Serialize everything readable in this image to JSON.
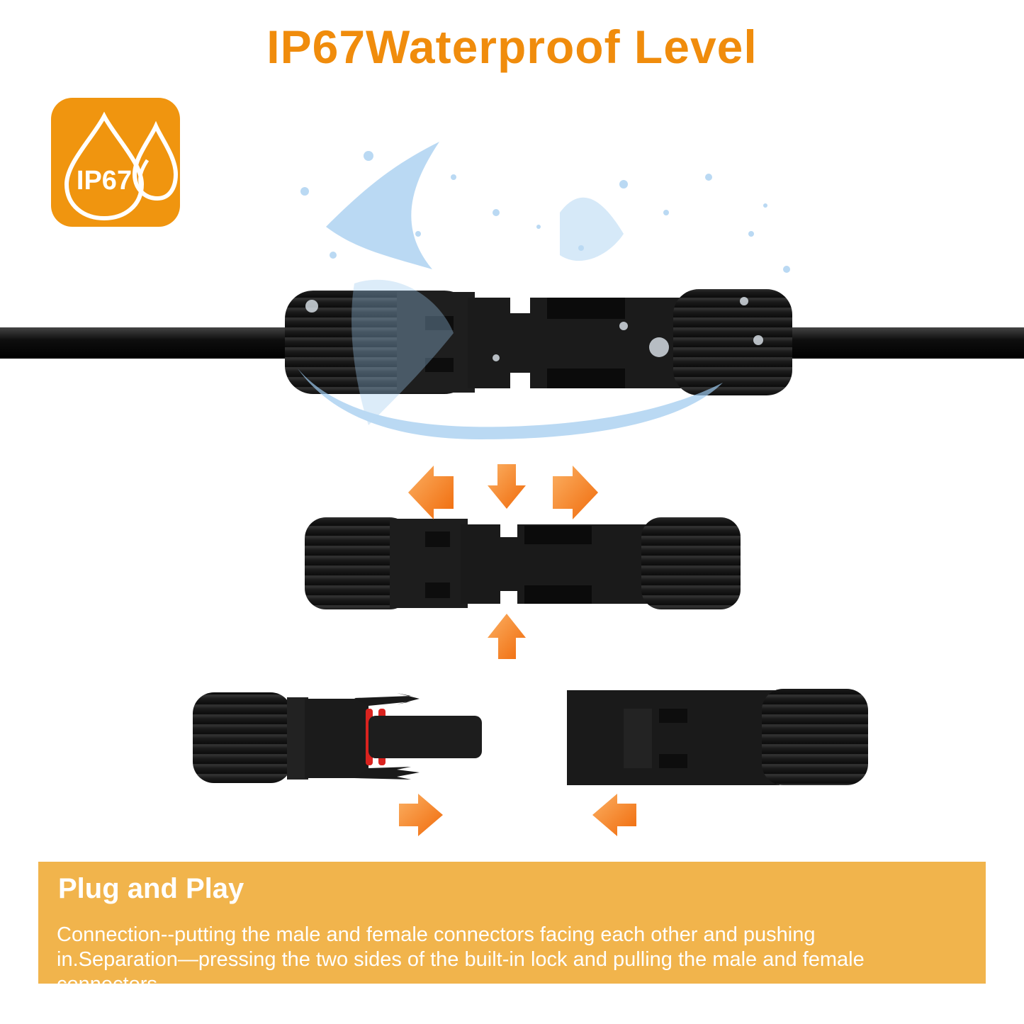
{
  "header": {
    "title": "IP67Waterproof Level"
  },
  "badge": {
    "label": "IP67",
    "icon": "water-drop-icon",
    "color": "#f0950f"
  },
  "colors": {
    "accent": "#f08c0c",
    "arrow": "#f7851e",
    "panel": "#f1b44c",
    "connector": "#1c1c1c",
    "seal": "#d9231f"
  },
  "info": {
    "title": "Plug and Play",
    "body": "Connection--putting the male and female connectors facing each other and pushing in.Separation—pressing the two sides of the built-in lock and pulling the male and female connectors."
  }
}
